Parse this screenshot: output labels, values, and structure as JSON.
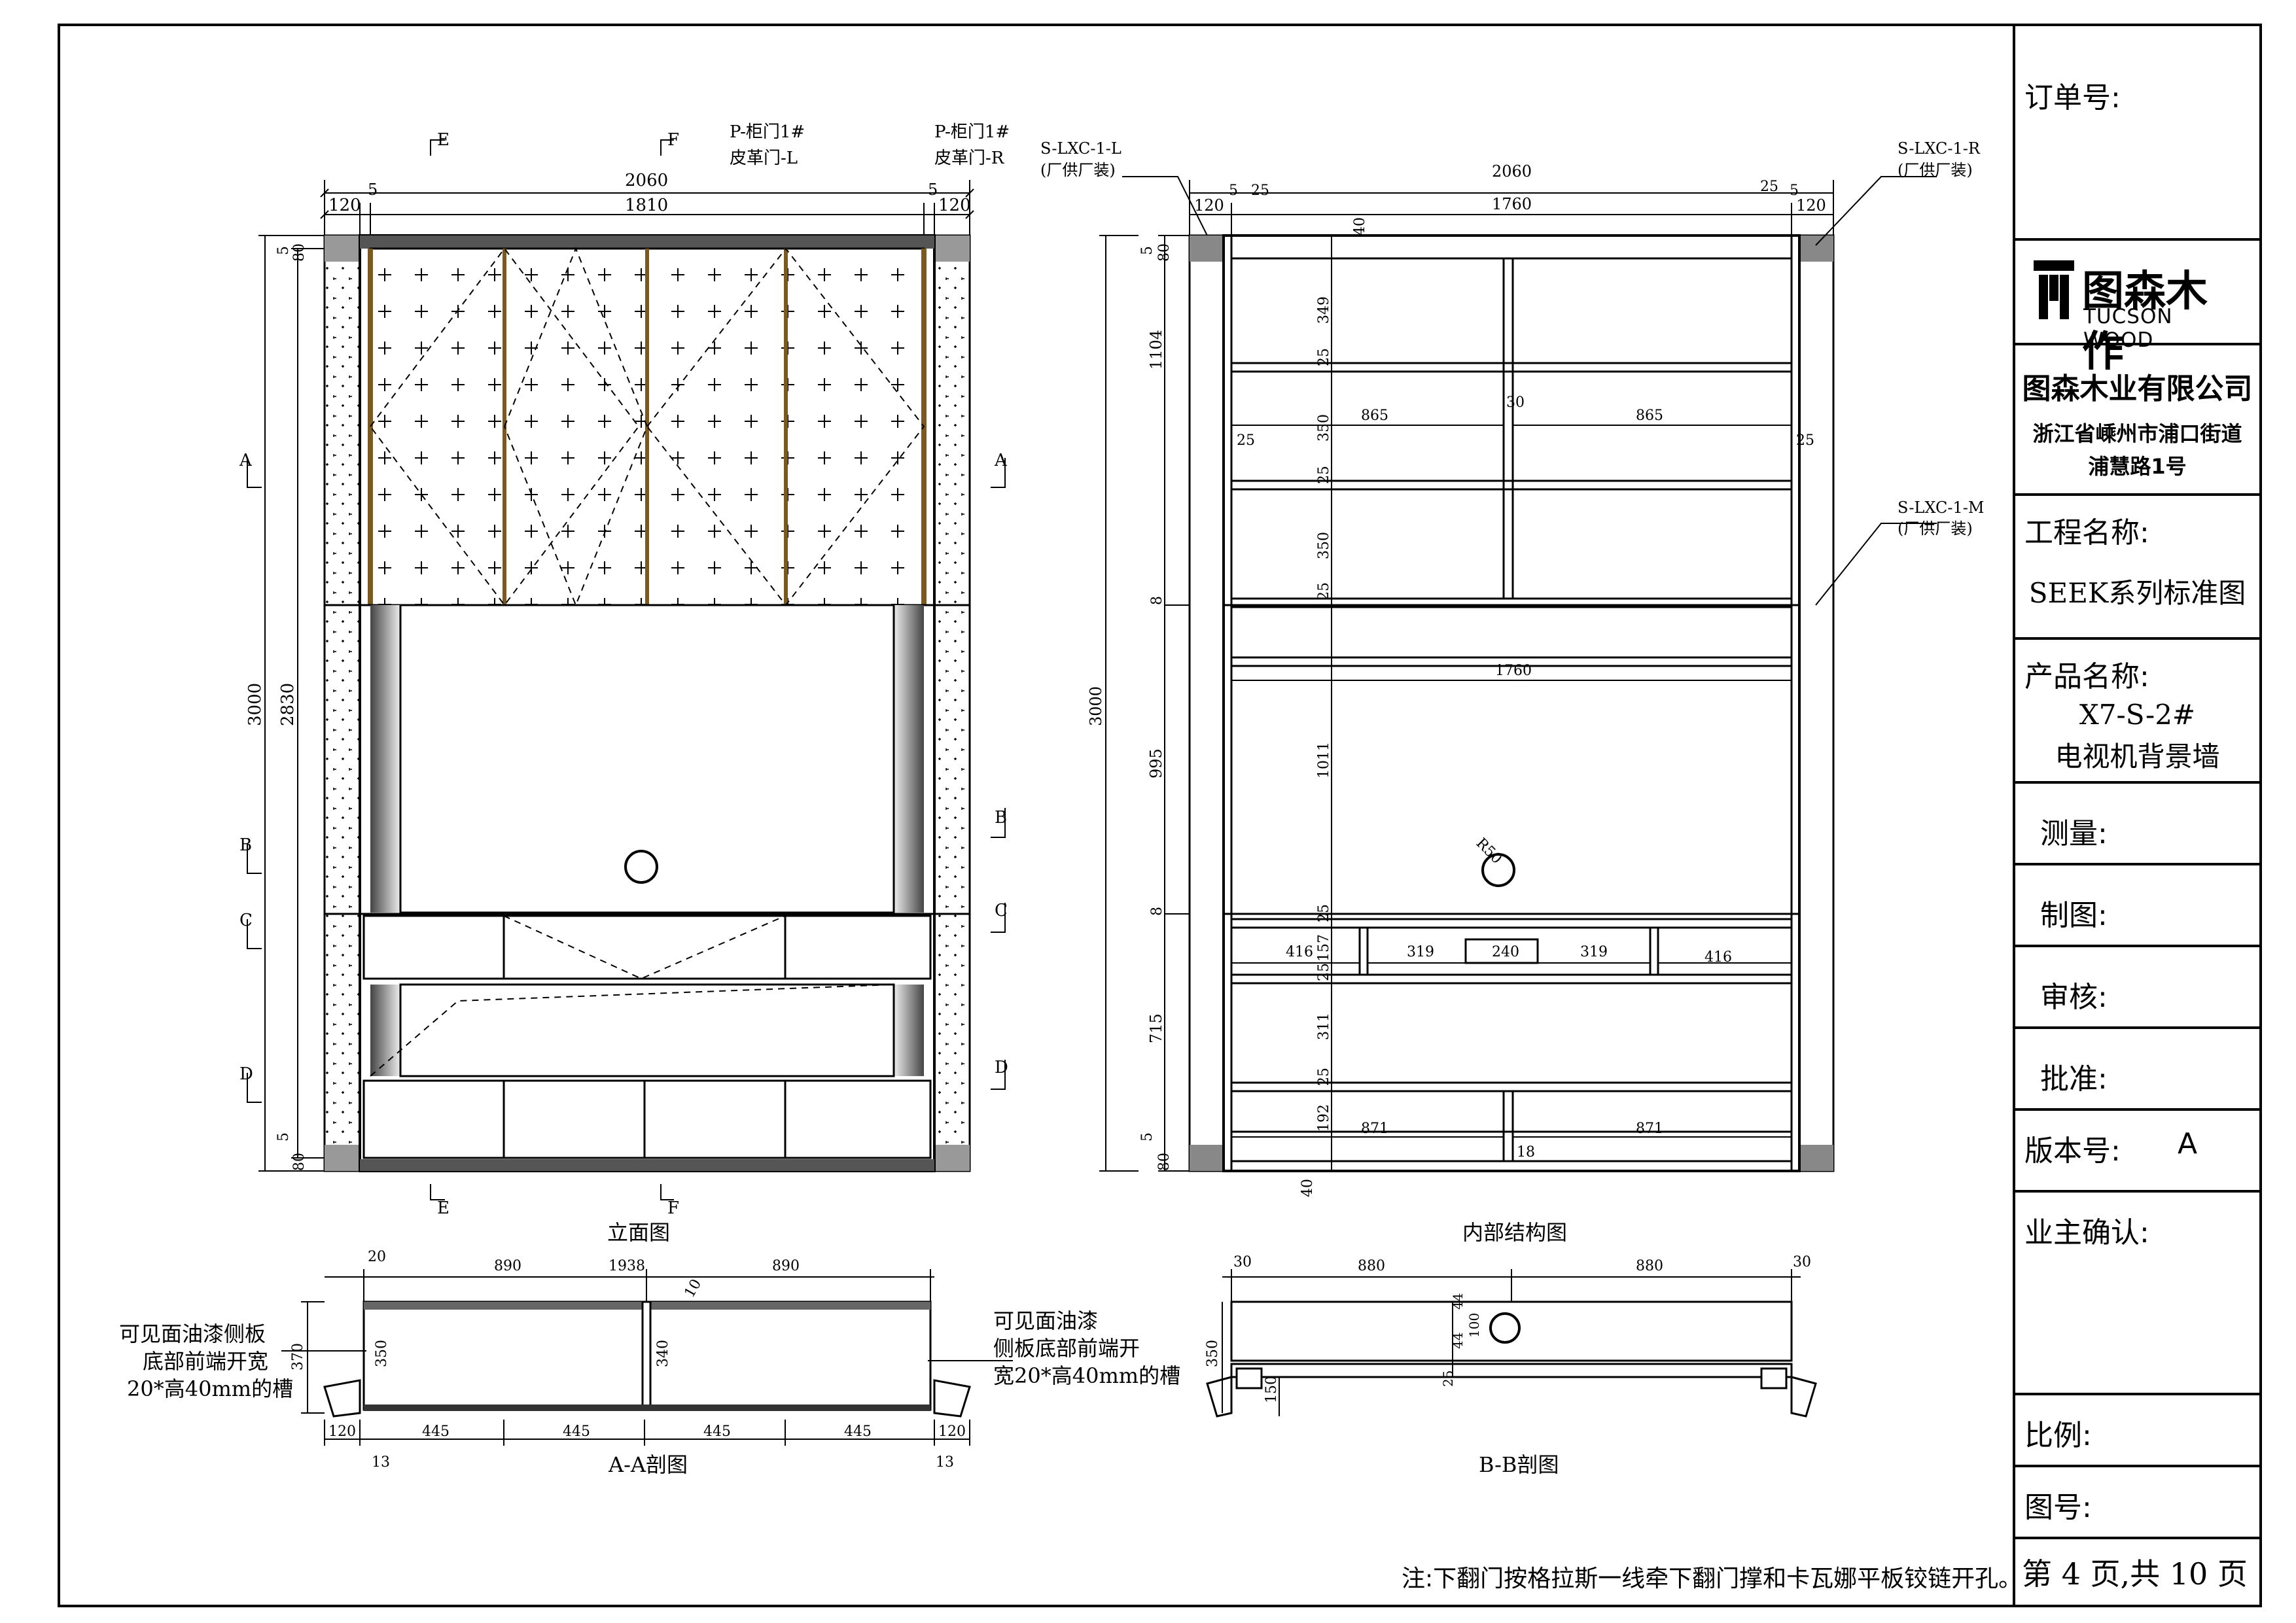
{
  "title_block": {
    "order_no_label": "订单号:",
    "logo_cn": "图森木作",
    "logo_en": "TUCSON WOOD",
    "company": "图森木业有限公司",
    "address_line1": "浙江省嵊州市浦口街道",
    "address_line2": "浦慧路1号",
    "project_label": "工程名称:",
    "project_value": "SEEK系列标准图",
    "product_label": "产品名称:",
    "product_code": "X7-S-2#",
    "product_name": "电视机背景墙",
    "measure_label": "测量:",
    "draw_label": "制图:",
    "review_label": "审核:",
    "approve_label": "批准:",
    "version_label": "版本号:",
    "version_value": "A",
    "owner_label": "业主确认:",
    "scale_label": "比例:",
    "drawing_no_label": "图号:"
  },
  "page_num": "第 4 页,共 10 页",
  "note": "注:下翻门按格拉斯一线牵下翻门撑和卡瓦娜平板铰链开孔。",
  "views": {
    "elevation_title": "立面图",
    "internal_title": "内部结构图",
    "section_a_title": "A-A剖图",
    "section_b_title": "B-B剖图"
  },
  "elevation": {
    "door_label_1a": "P-柜门1#",
    "door_label_1b": "皮革门-L",
    "door_label_2a": "P-柜门1#",
    "door_label_2b": "皮革门-R",
    "cut_e": "E",
    "cut_f": "F",
    "cut_a": "A",
    "cut_b": "B",
    "cut_c": "C",
    "cut_d": "D",
    "dim_total_w": "2060",
    "dim_inner_w": "1810",
    "dim_side_l": "120",
    "dim_side_r": "120",
    "dim_gap_l": "5",
    "dim_gap_r": "5",
    "dim_total_h": "3000",
    "dim_inner_h": "2830",
    "dim_top_5": "5",
    "dim_top_80": "80",
    "dim_bot_5": "5",
    "dim_bot_80": "80"
  },
  "internal": {
    "callout_l_a": "S-LXC-1-L",
    "callout_l_b": "(厂供厂装)",
    "callout_r_a": "S-LXC-1-R",
    "callout_r_b": "(厂供厂装)",
    "callout_m_a": "S-LXC-1-M",
    "callout_m_b": "(厂供厂装)",
    "dim_total_w": "2060",
    "dim_inner_w": "1760",
    "dim_120_l": "120",
    "dim_120_r": "120",
    "dim_5_l": "5",
    "dim_25_l": "25",
    "dim_25_r": "25",
    "dim_5_r": "5",
    "dim_1104": "1104",
    "dim_3000": "3000",
    "dim_995": "995",
    "dim_715": "715",
    "dim_8a": "8",
    "dim_8b": "8",
    "dim_5t": "5",
    "dim_80t": "80",
    "dim_5b": "5",
    "dim_80b": "80",
    "dim_40": "40",
    "dim_349": "349",
    "dim_25a": "25",
    "dim_350a": "350",
    "dim_25b": "25",
    "dim_350b": "350",
    "dim_25c": "25",
    "dim_865l": "865",
    "dim_865r": "865",
    "dim_30": "30",
    "dim_1760b": "1760",
    "dim_1011": "1011",
    "dim_r50": "R50",
    "dim_25d": "25",
    "dim_416l": "416",
    "dim_157": "157",
    "dim_319l": "319",
    "dim_240": "240",
    "dim_319r": "319",
    "dim_416r": "416",
    "dim_25e": "25",
    "dim_311": "311",
    "dim_25f": "25",
    "dim_192": "192",
    "dim_871l": "871",
    "dim_871r": "871",
    "dim_18": "18",
    "dim_40b": "40",
    "dim_25g": "25",
    "dim_25h": "25"
  },
  "section_a": {
    "dim_20": "20",
    "dim_890l": "890",
    "dim_1938": "1938",
    "dim_890r": "890",
    "dim_10": "10",
    "dim_370": "370",
    "dim_350": "350",
    "dim_340": "340",
    "dim_120l": "120",
    "dim_445a": "445",
    "dim_445b": "445",
    "dim_445c": "445",
    "dim_445d": "445",
    "dim_120r": "120",
    "dim_13l": "13",
    "dim_13r": "13",
    "note_left_1": "可见面油漆侧板",
    "note_left_2": "底部前端开宽",
    "note_left_3": "20*高40mm的槽",
    "note_right_1": "可见面油漆",
    "note_right_2": "侧板底部前端开",
    "note_right_3": "宽20*高40mm的槽"
  },
  "section_b": {
    "dim_30l": "30",
    "dim_880l": "880",
    "dim_880r": "880",
    "dim_30r": "30",
    "dim_350": "350",
    "dim_44a": "44",
    "dim_44b": "44",
    "dim_100": "100",
    "dim_25": "25",
    "dim_150": "150"
  }
}
